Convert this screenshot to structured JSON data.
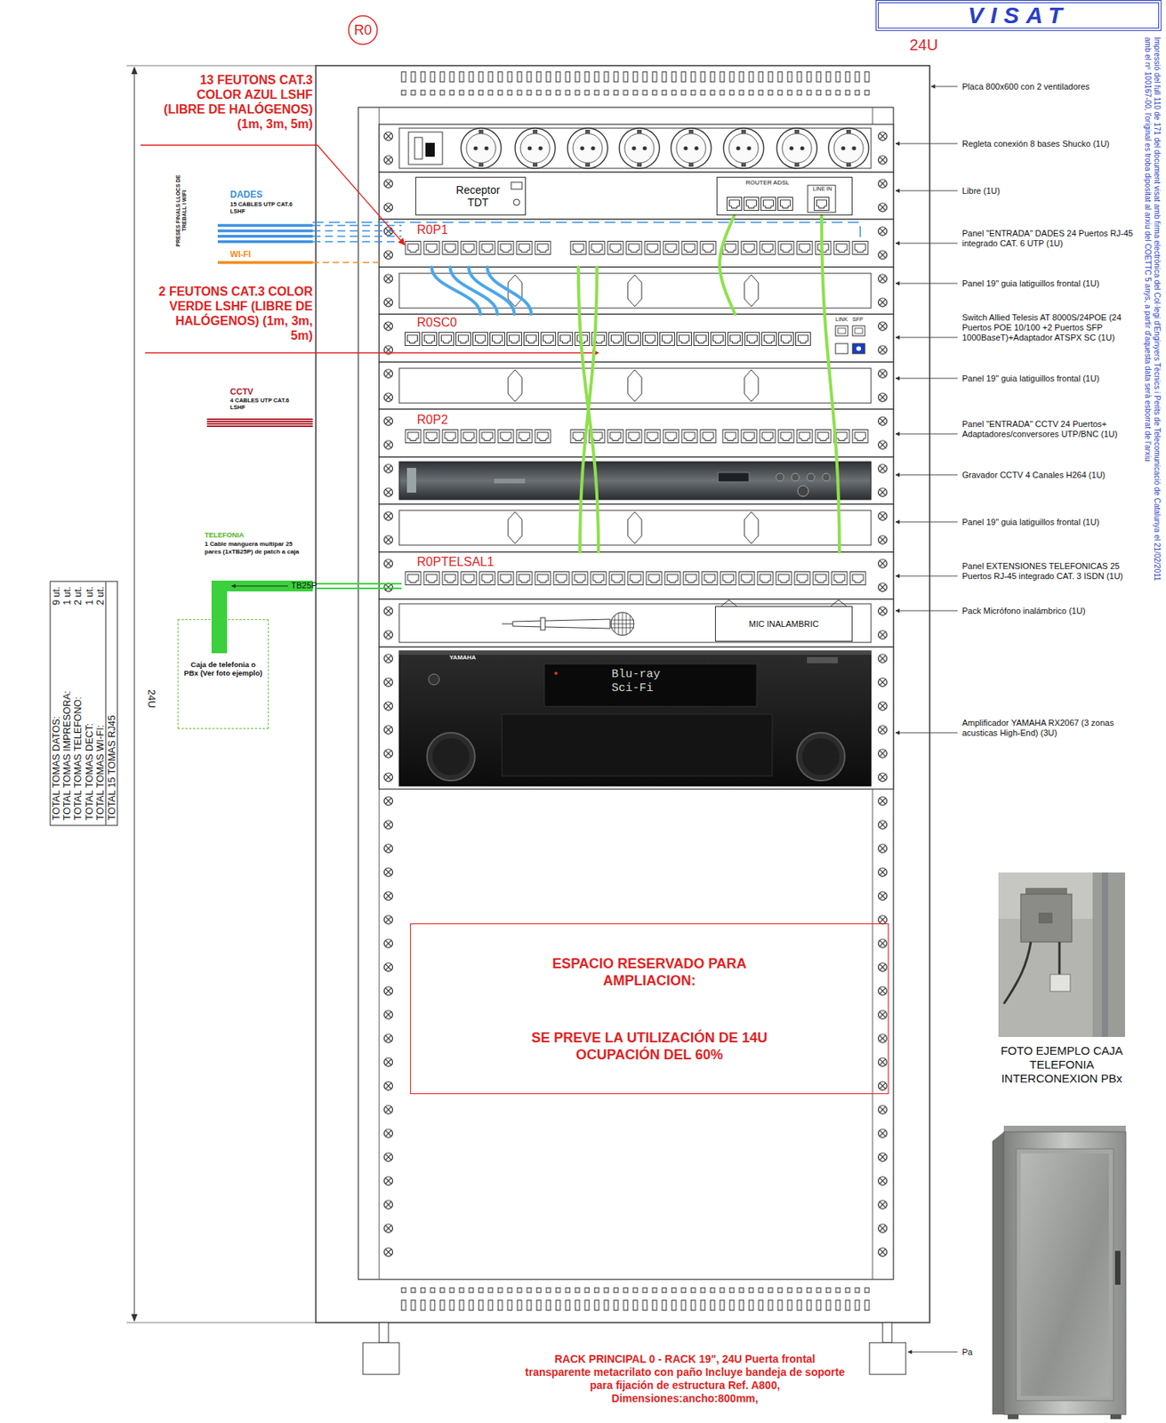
{
  "diagram": {
    "caption": "RACK PRINCIPAL 0 - RACK 19\", 24U Puerta frontal transparente metacrilato con paño Incluye bandeja de soporte para fijación de estructura Ref. A800, Dimensiones:ancho:800mm,",
    "nodes": [
      {
        "text": [
          "VISAT"
        ]
      },
      {
        "text": [
          "R0"
        ]
      },
      {
        "text": [
          "Receptor TDT"
        ]
      },
      {
        "text": [
          "ROUTER ADSL",
          "LINE IN"
        ]
      },
      {
        "text": [
          "R0P1"
        ]
      },
      {
        "text": [
          "R0SC0",
          "LINK",
          "SFP"
        ]
      },
      {
        "text": [
          "R0P2"
        ]
      },
      {
        "text": [
          "R0PTELSAL1"
        ]
      },
      {
        "text": [
          "MIC INALAMBRIC"
        ]
      },
      {
        "text": [
          "Caja de telefonia o PBx (Ver foto ejemplo)"
        ]
      },
      {
        "text": [
          "TOTAL TOMAS DATOS:",
          "9 ut.",
          "TOTAL TOMAS IMPRESORA:",
          "1 ut.",
          "TOTAL TOMAS TELEFONO:",
          "2 ut.",
          "TOTAL TOMAS DECT:",
          "1 ut.",
          "TOTAL TOMAS WI-FI:",
          "2 ut.",
          "TOTAL 15 TOMAS RJ45"
        ]
      },
      {
        "text": [
          "ESPACIO RESERVADO PARA AMPLIACION:",
          "SE PREVE LA UTILIZACIÓN DE 14U OCUPACIÓN DEL 60%"
        ]
      }
    ],
    "edges": [
      {
        "from": 4,
        "to": 5,
        "arrow": "none"
      },
      {
        "from": 4,
        "to": 5,
        "arrow": "none"
      },
      {
        "from": 4,
        "to": 5,
        "arrow": "none"
      },
      {
        "from": 4,
        "to": 5,
        "arrow": "none"
      },
      {
        "from": 4,
        "to": 7,
        "arrow": "none"
      },
      {
        "from": 4,
        "to": 7,
        "arrow": "none"
      },
      {
        "from": 5,
        "to": 3,
        "arrow": "none"
      },
      {
        "from": 3,
        "to": 7,
        "arrow": "none"
      }
    ],
    "labels": [
      "24U",
      "13 FEUTONS CAT.3 COLOR AZUL LSHF (LIBRE DE HALÓGENOS) (1m, 3m, 5m)",
      "PRESES FINALS LLOCS DE TREBALL I WIFI",
      "DADES",
      "15 CABLES UTP CAT.6 LSHF",
      "WI-FI",
      "2 FEUTONS CAT.3 COLOR VERDE LSHF (LIBRE DE HALÓGENOS) (1m, 3m, 5m)",
      "CCTV",
      "4 CABLES UTP CAT.6 LSHF",
      "TELEFONIA",
      "1 Cable manguera multipar 25 pares (1xTB25P) de patch a caja",
      "TB25P",
      "24U",
      "YAMAHA",
      "Blu-ray",
      "Sci-Fi",
      "Placa 800x600 con 2 ventiladores",
      "Regleta conexión 8 bases Shucko (1U)",
      "Libre (1U)",
      "Panel \"ENTRADA\" DADES 24 Puertos RJ-45 integrado CAT. 6 UTP (1U)",
      "Panel 19\" guia latiguillos frontal (1U)",
      "Switch Allied Telesis AT 8000S/24POE (24 Puertos POE 10/100 +2 Puertos SFP 1000BaseT)+Adaptador ATSPX SC (1U)",
      "Panel 19\" guia latiguillos frontal (1U)",
      "Panel \"ENTRADA\" CCTV 24 Puertos+ Adaptadores/conversores UTP/BNC (1U)",
      "Gravador CCTV 4 Canales H264 (1U)",
      "Panel 19\" guia latiguillos frontal (1U)",
      "Panel EXTENSIONES TELEFONICAS 25 Puertos RJ-45 integrado CAT. 3 ISDN (1U)",
      "Pack Micrófono inalámbrico (1U)",
      "Amplificador YAMAHA RX2067 (3 zonas acusticas High-End) (3U)",
      "Pa",
      "FOTO EJEMPLO CAJA TELEFONIA INTERCONEXION PBx",
      "Impressió del full 110 de 171 del document visat amb firma electrònica del Col·legi d'Enginyers Tècnics i Perits de Telecomunicació de Catalunya el 21/02/2011",
      "amb el nº 100167-00, l'original es troba dipositat al arxiu del COETTC 5 anys, a partir d'aquesta data serà esborrat de l'arxiu"
    ]
  }
}
